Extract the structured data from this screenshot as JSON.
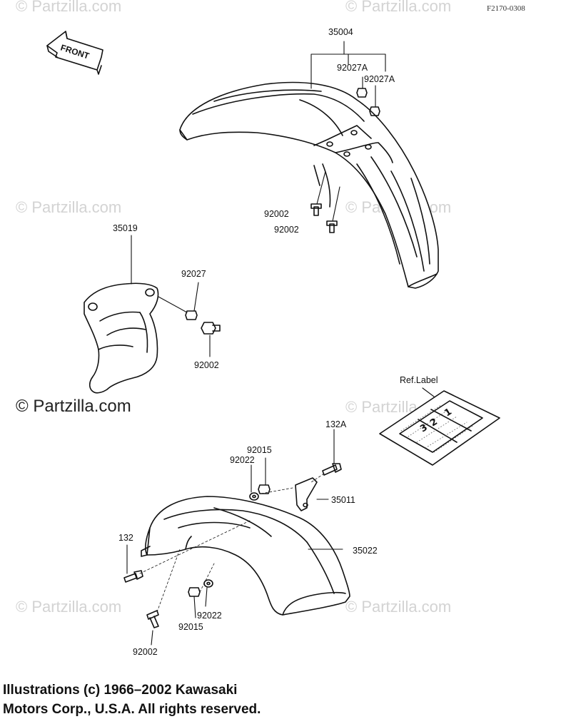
{
  "figure_code": "F2170-0308",
  "watermark": {
    "text": "© Partzilla.com",
    "main_text": "© Partzilla.com"
  },
  "front_marker": "FRONT",
  "parts": [
    {
      "id": "35004",
      "label": "35004"
    },
    {
      "id": "92027A-1",
      "label": "92027A"
    },
    {
      "id": "92027A-2",
      "label": "92027A"
    },
    {
      "id": "92002-1",
      "label": "92002"
    },
    {
      "id": "92002-2",
      "label": "92002"
    },
    {
      "id": "35019",
      "label": "35019"
    },
    {
      "id": "92027",
      "label": "92027"
    },
    {
      "id": "92002-3",
      "label": "92002"
    },
    {
      "id": "ref-label",
      "label": "Ref.Label"
    },
    {
      "id": "132A",
      "label": "132A"
    },
    {
      "id": "92015-1",
      "label": "92015"
    },
    {
      "id": "92022-1",
      "label": "92022"
    },
    {
      "id": "35011",
      "label": "35011"
    },
    {
      "id": "35022",
      "label": "35022"
    },
    {
      "id": "132",
      "label": "132"
    },
    {
      "id": "92022-2",
      "label": "92022"
    },
    {
      "id": "92015-2",
      "label": "92015"
    },
    {
      "id": "92002-4",
      "label": "92002"
    }
  ],
  "ref_label_numbers": [
    "3",
    "2",
    "1"
  ],
  "copyright": {
    "line1": "Illustrations (c) 1966–2002 Kawasaki",
    "line2": "Motors Corp., U.S.A.  All rights reserved."
  }
}
